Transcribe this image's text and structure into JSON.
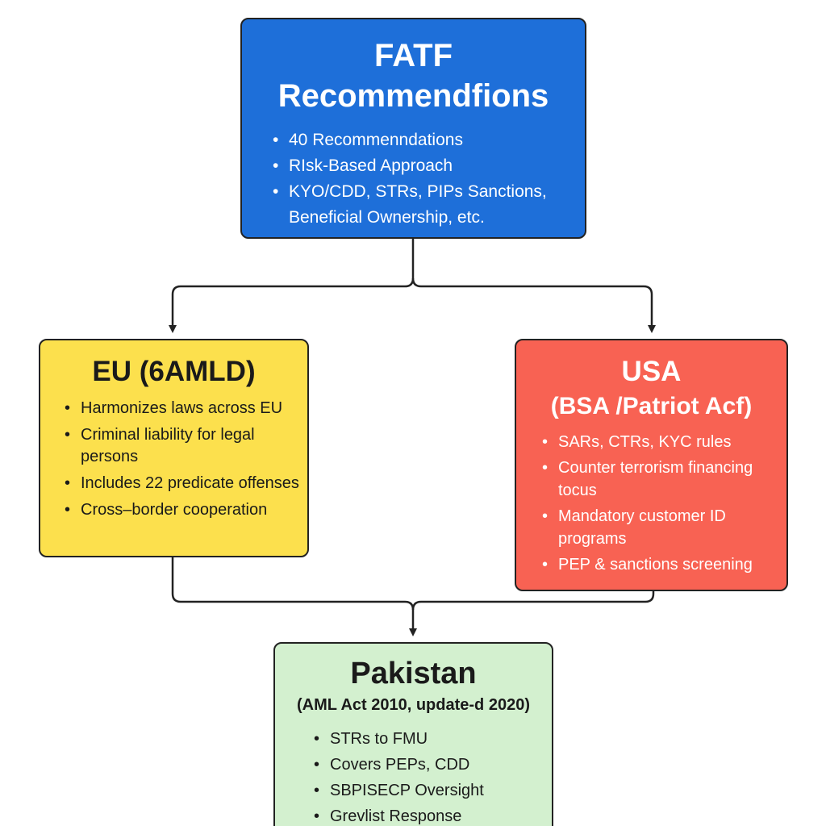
{
  "colors": {
    "fatf_fill": "#1e6fd9",
    "eu_fill": "#fce04d",
    "usa_fill": "#f86253",
    "pakistan_fill": "#d3f0cf",
    "border": "#222222",
    "connector": "#222222"
  },
  "fatf": {
    "title_line1": "FATF",
    "title_line2": "Recommendfions",
    "items": [
      "40 Recommenndations",
      "RIsk-Based Approach",
      "KYO/CDD, STRs, PIPs Sanctions, Beneficial Ownership, etc."
    ]
  },
  "eu": {
    "title": "EU (6AMLD)",
    "items": [
      "Harmonizes laws across EU",
      "Criminal liability for legal persons",
      "Includes 22 predicate offenses",
      "Cross–border cooperation"
    ]
  },
  "usa": {
    "title": "USA",
    "subtitle": "(BSA /Patriot Acf)",
    "items": [
      "SARs, CTRs, KYC rules",
      "Counter terrorism financing tocus",
      "Mandatory customer ID programs",
      "PEP & sanctions screening"
    ]
  },
  "pakistan": {
    "title": "Pakistan",
    "subtitle": "(AML Act 2010, update-d 2020)",
    "items": [
      "STRs to FMU",
      "Covers PEPs, CDD",
      "SBPISECP Oversight",
      "Grevlist Response"
    ]
  }
}
